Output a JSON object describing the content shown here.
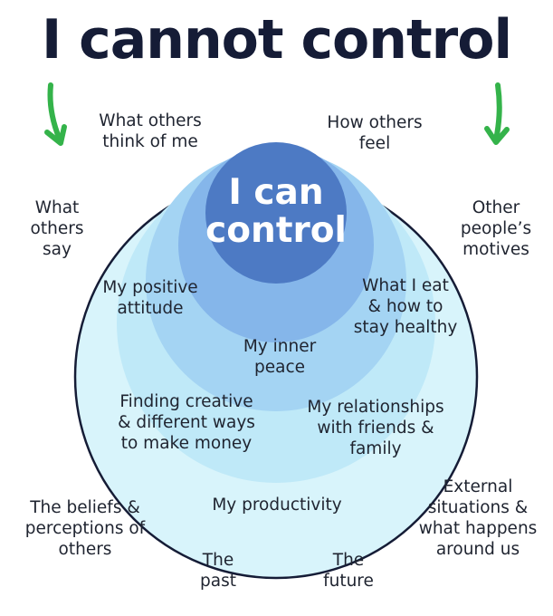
{
  "title": "I cannot control",
  "center": {
    "line1": "I can",
    "line2": "control"
  },
  "inner_items": {
    "positive_attitude": [
      "My positive",
      "attitude"
    ],
    "what_i_eat": [
      "What I eat",
      "& how to",
      "stay healthy"
    ],
    "inner_peace": [
      "My inner",
      "peace"
    ],
    "creative_money": [
      "Finding creative",
      "& different ways",
      "to make money"
    ],
    "relationships": [
      "My relationships",
      "with friends &",
      "family"
    ],
    "productivity": [
      "My productivity"
    ]
  },
  "outer_items": {
    "others_think": [
      "What others",
      "think of me"
    ],
    "others_feel": [
      "How others",
      "feel"
    ],
    "others_say": [
      "What",
      "others",
      "say"
    ],
    "others_motives": [
      "Other",
      "people’s",
      "motives"
    ],
    "beliefs": [
      "The beliefs &",
      "perceptions of",
      "others"
    ],
    "past": [
      "The",
      "past"
    ],
    "future": [
      "The",
      "future"
    ],
    "external": [
      "External",
      "situations &",
      "what happens",
      "around us"
    ]
  },
  "colors": {
    "arrow": "#34b34a",
    "outline": "#151c36",
    "ring_outer": "#d8f4fb",
    "ring_2": "#bfe9f8",
    "ring_3": "#a4d4f3",
    "ring_4": "#85b6ea",
    "core": "#4d7ac4"
  }
}
